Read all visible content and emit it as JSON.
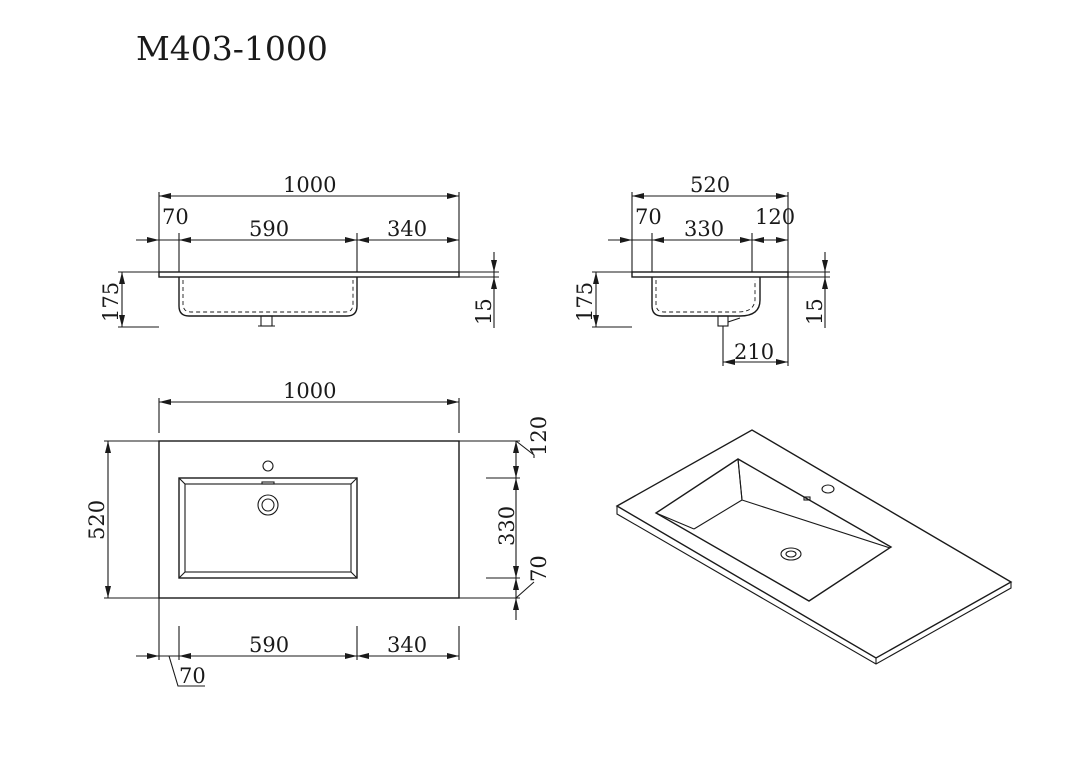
{
  "title": "M403-1000",
  "front_view": {
    "overall_width": "1000",
    "left_offset": "70",
    "bowl_width": "590",
    "right_section": "340",
    "height": "175",
    "slab_thickness": "15"
  },
  "side_view": {
    "depth": "520",
    "front_offset": "70",
    "bowl_depth": "330",
    "back_section": "120",
    "height": "175",
    "slab_thickness": "15",
    "drain_offset": "210"
  },
  "top_view": {
    "overall_width": "1000",
    "depth": "520",
    "back_section": "120",
    "bowl_depth": "330",
    "front_offset": "70",
    "bowl_width": "590",
    "right_section": "340",
    "left_offset": "70"
  }
}
